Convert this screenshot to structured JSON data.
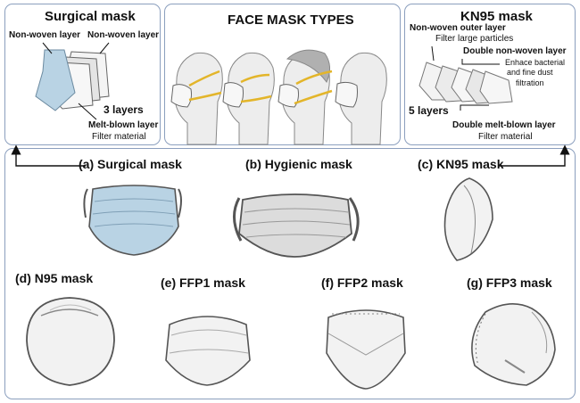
{
  "title": "FACE MASK TYPES",
  "surgical": {
    "title": "Surgical mask",
    "nonwoven_left": "Non-woven layer",
    "nonwoven_right": "Non-woven layer",
    "layers": "3 layers",
    "meltblown": "Melt-blown layer",
    "meltblown_desc": "Filter material"
  },
  "kn95": {
    "title": "KN95 mask",
    "outer": "Non-woven outer layer",
    "outer_desc": "Filter large particles",
    "double_nonwoven": "Double non-woven layer",
    "double_nonwoven_desc_1": "Enhace bacterial",
    "double_nonwoven_desc_2": "and fine dust",
    "double_nonwoven_desc_3": "filtration",
    "layers": "5 layers",
    "double_meltblown": "Double melt-blown layer",
    "double_meltblown_desc": "Filter material"
  },
  "masks": [
    "(a) Surgical mask",
    "(b) Hygienic mask",
    "(c) KN95 mask",
    "(d) N95 mask",
    "(e) FFP1 mask",
    "(f) FFP2  mask",
    "(g) FFP3  mask"
  ],
  "colors": {
    "panel_border": "#8b9fbe",
    "surgical_blue": "#b9d3e4",
    "strap_yellow": "#e3b52a",
    "mask_grey": "#dcdcdc",
    "outline": "#555555"
  }
}
